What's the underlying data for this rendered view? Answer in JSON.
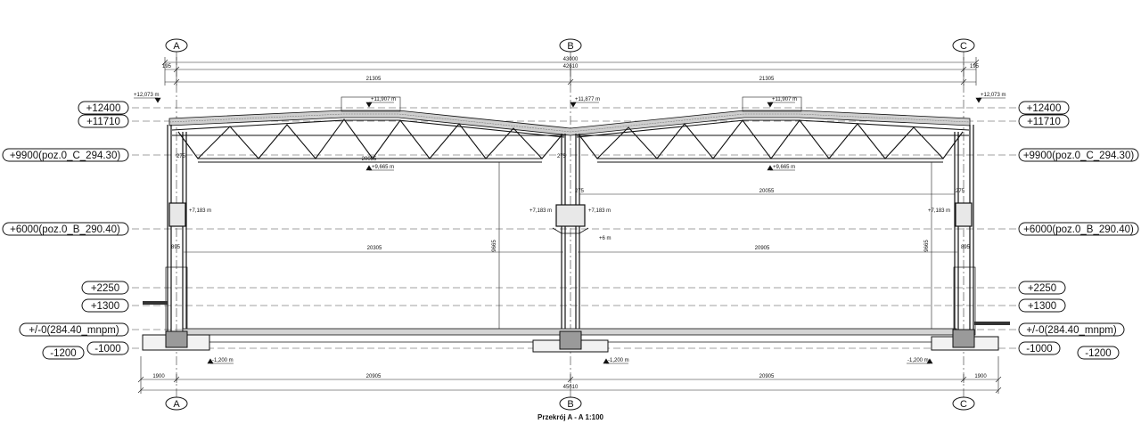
{
  "axes": {
    "top": [
      "A",
      "B",
      "C"
    ],
    "bottom": [
      "A",
      "B",
      "C"
    ]
  },
  "levels_left": [
    "+12400",
    "+11710",
    "+9900(poz.0_C_294.30)",
    "+6000(poz.0_B_290.40)",
    "+2250",
    "+1300",
    "+/-0(284.40_mnpm)",
    "-1000",
    "-1200"
  ],
  "levels_right": [
    "+12400",
    "+11710",
    "+9900(poz.0_C_294.30)",
    "+6000(poz.0_B_290.40)",
    "+2250",
    "+1300",
    "+/-0(284.40_mnpm)",
    "-1000",
    "-1200"
  ],
  "dimensions": {
    "overall_outer": "43000",
    "overall_inner": "42610",
    "edge_left": "195",
    "edge_right": "195",
    "roof_span_left": "21305",
    "roof_span_right": "21305",
    "truss_span_left": "20055",
    "truss_span_right": "20055",
    "clear_span_left": "20305",
    "clear_span_right": "20905",
    "height_left": "9665",
    "height_right": "9665",
    "col_275_a": "275",
    "col_275_b": "275",
    "col_275_c": "275",
    "col_275_d": "275",
    "col_895_left": "895",
    "col_895_right": "895",
    "bottom_edge_left": "1900",
    "bottom_edge_right": "1900",
    "bottom_span_left": "20905",
    "bottom_span_right": "20905",
    "bottom_total": "45610"
  },
  "annotations": {
    "eave_left": "+12,073 m",
    "eave_right": "+12,073 m",
    "ridge_left": "+11,907 m",
    "ridge_right": "+11,907 m",
    "valley": "+11,877 m",
    "chord_left": "+9,665 m",
    "chord_right": "+9,665 m",
    "bracket_a": "+7,183 m",
    "bracket_b_left": "+7,183 m",
    "bracket_b_right": "+7,183 m",
    "bracket_c": "+7,183 m",
    "support_b": "+6 m",
    "footing_a": "-1,200 m",
    "footing_b": "-1,200 m",
    "footing_c": "-1,200 m"
  },
  "caption": "Przekrój A - A  1:100"
}
